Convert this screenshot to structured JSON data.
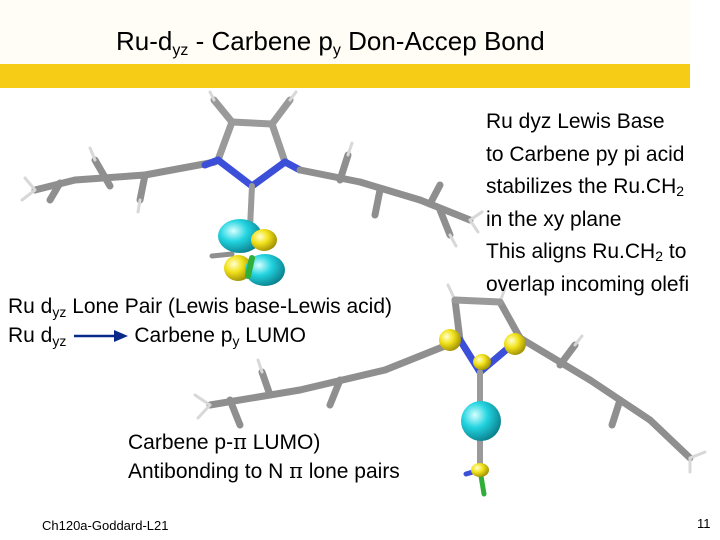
{
  "title": {
    "base1": "Ru-d",
    "sub1": "yz",
    "mid": " - Carbene p",
    "sub2": "y",
    "tail": " Don-Accep Bond"
  },
  "right_text": {
    "line1": "Ru dyz Lewis Base",
    "line2": "to Carbene py pi acid",
    "line3a": "stabilizes the Ru.CH",
    "line3sub": "2",
    "line4": "in the xy plane",
    "line5a": "This aligns Ru.CH",
    "line5sub": "2",
    "line5b": " to",
    "line6": "overlap incoming olefi"
  },
  "label_dyz": {
    "l1a": "Ru d",
    "l1sub": "yz",
    "l1b": " Lone Pair (Lewis base-Lewis acid)",
    "l2a": "Ru d",
    "l2sub": "yz",
    "l2b": "Carbene p",
    "l2sub2": "y",
    "l2c": "  LUMO"
  },
  "label_ppi": {
    "l1a": "Carbene  p-",
    "l1sym": "π",
    "l1b": " LUMO)",
    "l2a": "Antibonding to N ",
    "l2sym": "π",
    "l2b": " lone pairs"
  },
  "footer": "Ch120a-Goddard-L21",
  "page_number": "11",
  "colors": {
    "title_bar": "#f7cc16",
    "nitrogen": "#3b4fd8",
    "bond_gray": "#8a8a8a",
    "lobe_cyan": "#22d4e0",
    "lobe_yellow": "#f2e21a",
    "ru_green": "#1fa82a"
  }
}
